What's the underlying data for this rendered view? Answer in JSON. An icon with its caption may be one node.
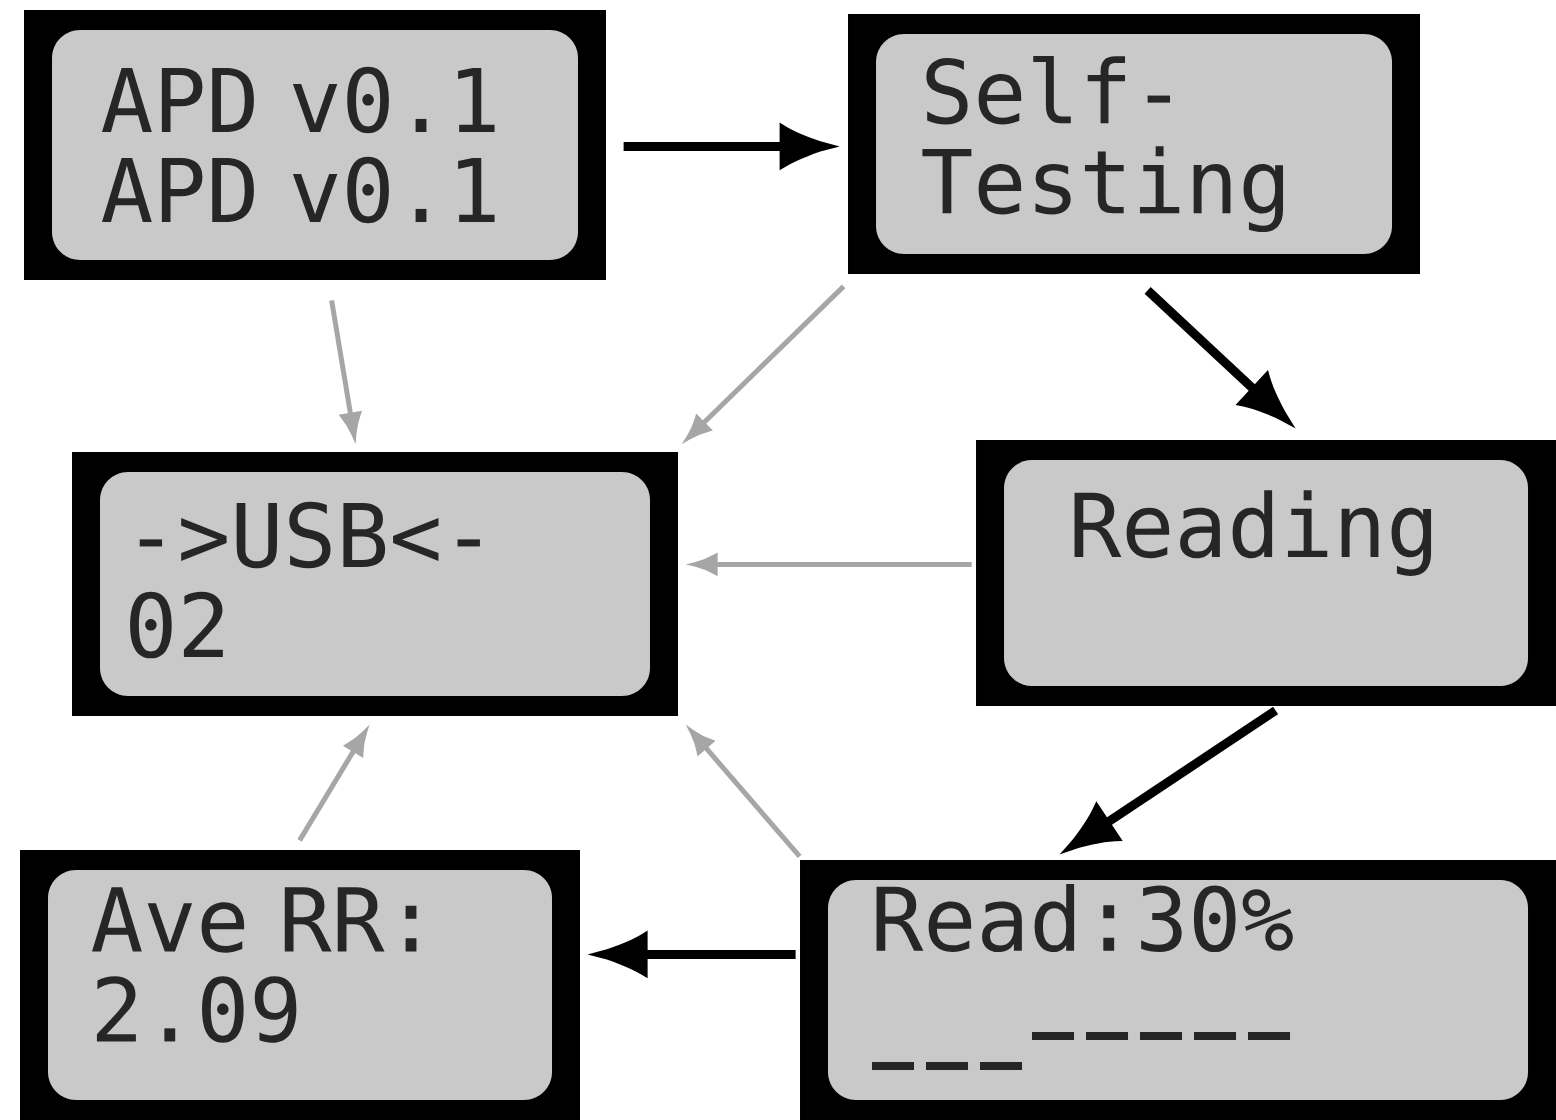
{
  "diagram": {
    "nodes": [
      {
        "text": [
          "APD v0.1",
          "APD v0.1"
        ]
      },
      {
        "text": [
          "Self-Testing"
        ]
      },
      {
        "text": [
          "->USB<-",
          "02"
        ]
      },
      {
        "text": [
          "Reading"
        ]
      },
      {
        "text": [
          "Read:30%"
        ]
      },
      {
        "text": [
          "Ave RR:",
          "2.09"
        ]
      }
    ],
    "edges": [
      {
        "from": 0,
        "to": 1,
        "arrow": "to",
        "style": "thick",
        "color": "#000000"
      },
      {
        "from": 0,
        "to": 2,
        "arrow": "to"
      },
      {
        "from": 1,
        "to": 2,
        "arrow": "to"
      },
      {
        "from": 1,
        "to": 3,
        "arrow": "to",
        "style": "thick",
        "color": "#000000"
      },
      {
        "from": 3,
        "to": 2,
        "arrow": "to"
      },
      {
        "from": 3,
        "to": 4,
        "arrow": "to",
        "style": "thick",
        "color": "#000000"
      },
      {
        "from": 4,
        "to": 2,
        "arrow": "to"
      },
      {
        "from": 4,
        "to": 5,
        "arrow": "to",
        "style": "thick",
        "color": "#000000"
      },
      {
        "from": 5,
        "to": 2,
        "arrow": "to"
      }
    ]
  }
}
